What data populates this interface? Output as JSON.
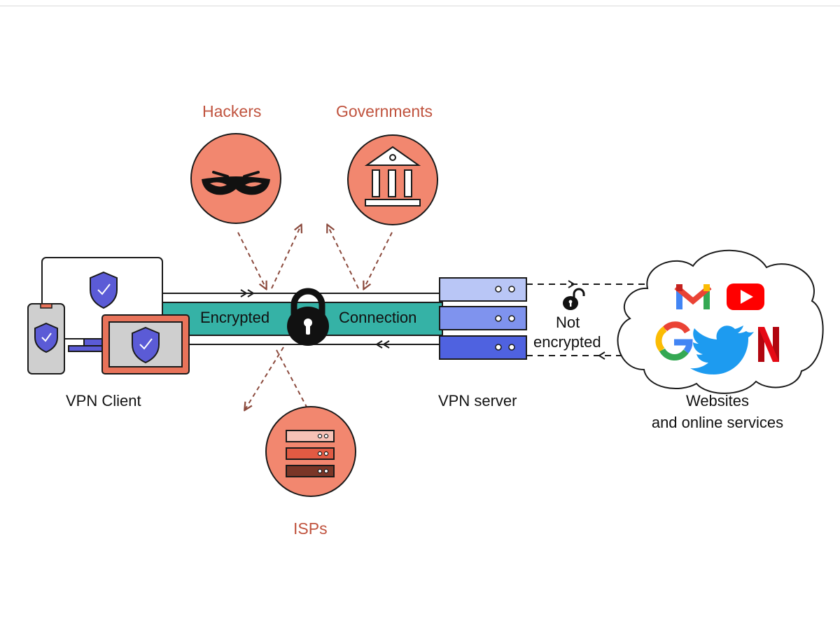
{
  "threats": {
    "hackers": "Hackers",
    "governments": "Governments",
    "isps": "ISPs"
  },
  "tunnel": {
    "left_text": "Encrypted",
    "right_text": "Connection"
  },
  "labels": {
    "vpn_client": "VPN Client",
    "vpn_server": "VPN server",
    "websites_line1": "Websites",
    "websites_line2": "and online services",
    "not_encrypted_line1": "Not",
    "not_encrypted_line2": "encrypted"
  },
  "services": [
    "gmail-icon",
    "youtube-icon",
    "google-icon",
    "twitter-icon",
    "netflix-icon"
  ],
  "colors": {
    "threat_fill": "#f2876f",
    "threat_text": "#c0533e",
    "tunnel": "#35b2a6",
    "device_blue": "#5b5bd6",
    "device_accent": "#e8735a",
    "server_light": "#b9c6f6",
    "server_mid": "#7f93ee",
    "server_dark": "#4f62e0",
    "arrow_dashed": "#8b4a3d",
    "outline": "#1a1a1a"
  }
}
